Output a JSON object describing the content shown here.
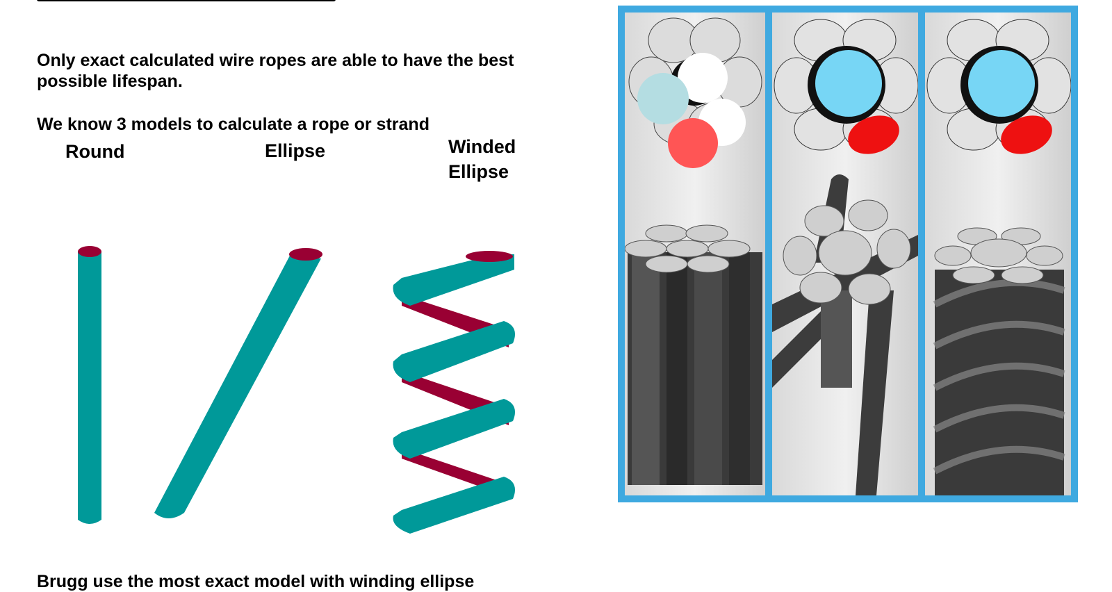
{
  "intro_text": "Only exact calculated wire ropes are able to have the best possible lifespan.",
  "models_intro": "We know 3 models to calculate a rope or strand",
  "model_labels": {
    "round": "Round",
    "ellipse": "Ellipse",
    "winded_line1": "Winded",
    "winded_line2": "Ellipse"
  },
  "footer_text": "Brugg use the most exact model with winding ellipse",
  "colors": {
    "rod_teal": "#009999",
    "rod_end_crimson": "#990033",
    "frame_blue": "#3fa9e0",
    "core_cyan": "#77d6f5",
    "highlight_red": "#ee1111",
    "round_red": "#ff5555",
    "round_lightblue": "#b4dde2"
  },
  "panels": [
    "round-model-photo",
    "ellipse-model-photo",
    "winded-ellipse-model-photo"
  ]
}
